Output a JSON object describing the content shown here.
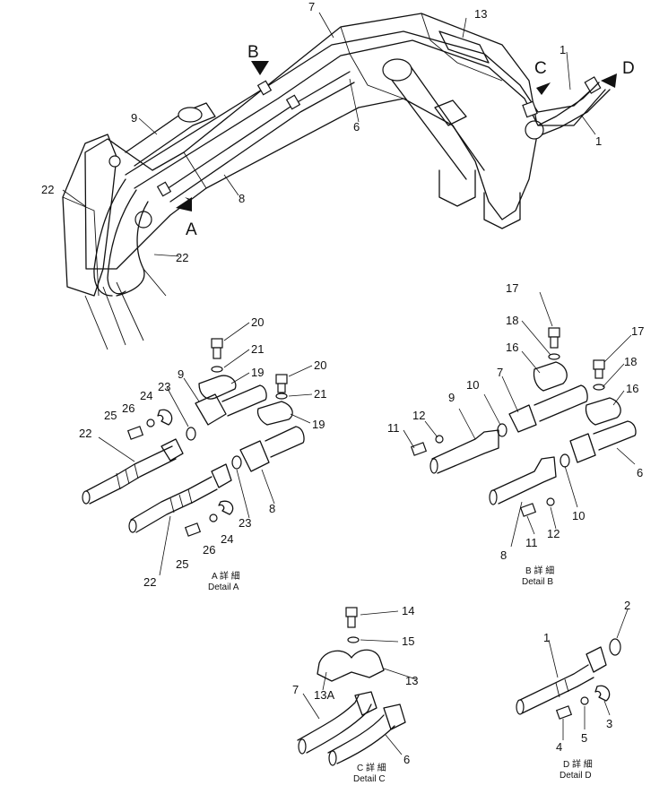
{
  "main_view": {
    "callouts": {
      "n1a": "1",
      "n1b": "1",
      "n6": "6",
      "n7": "7",
      "n8": "8",
      "n9": "9",
      "n13": "13",
      "n22a": "22",
      "n22b": "22"
    },
    "view_markers": {
      "A": "A",
      "B": "B",
      "C": "C",
      "D": "D"
    }
  },
  "detail_a": {
    "callouts": {
      "n8": "8",
      "n9": "9",
      "n19a": "19",
      "n19b": "19",
      "n20a": "20",
      "n20b": "20",
      "n21a": "21",
      "n21b": "21",
      "n22a": "22",
      "n22b": "22",
      "n23a": "23",
      "n23b": "23",
      "n24a": "24",
      "n24b": "24",
      "n25a": "25",
      "n25b": "25",
      "n26a": "26",
      "n26b": "26"
    },
    "caption_jp": "A 詳 細",
    "caption": "Detail A"
  },
  "detail_b": {
    "callouts": {
      "n6": "6",
      "n7": "7",
      "n8": "8",
      "n9": "9",
      "n10a": "10",
      "n10b": "10",
      "n11a": "11",
      "n11b": "11",
      "n12a": "12",
      "n12b": "12",
      "n16a": "16",
      "n16b": "16",
      "n17a": "17",
      "n17b": "17",
      "n18a": "18",
      "n18b": "18"
    },
    "caption_jp": "B 詳 細",
    "caption": "Detail B"
  },
  "detail_c": {
    "callouts": {
      "n6": "6",
      "n7": "7",
      "n13": "13",
      "n13a": "13A",
      "n14": "14",
      "n15": "15"
    },
    "caption_jp": "C 詳 細",
    "caption": "Detail C"
  },
  "detail_d": {
    "callouts": {
      "n1": "1",
      "n2": "2",
      "n3": "3",
      "n4": "4",
      "n5": "5"
    },
    "caption_jp": "D 詳 細",
    "caption": "Detail D"
  }
}
